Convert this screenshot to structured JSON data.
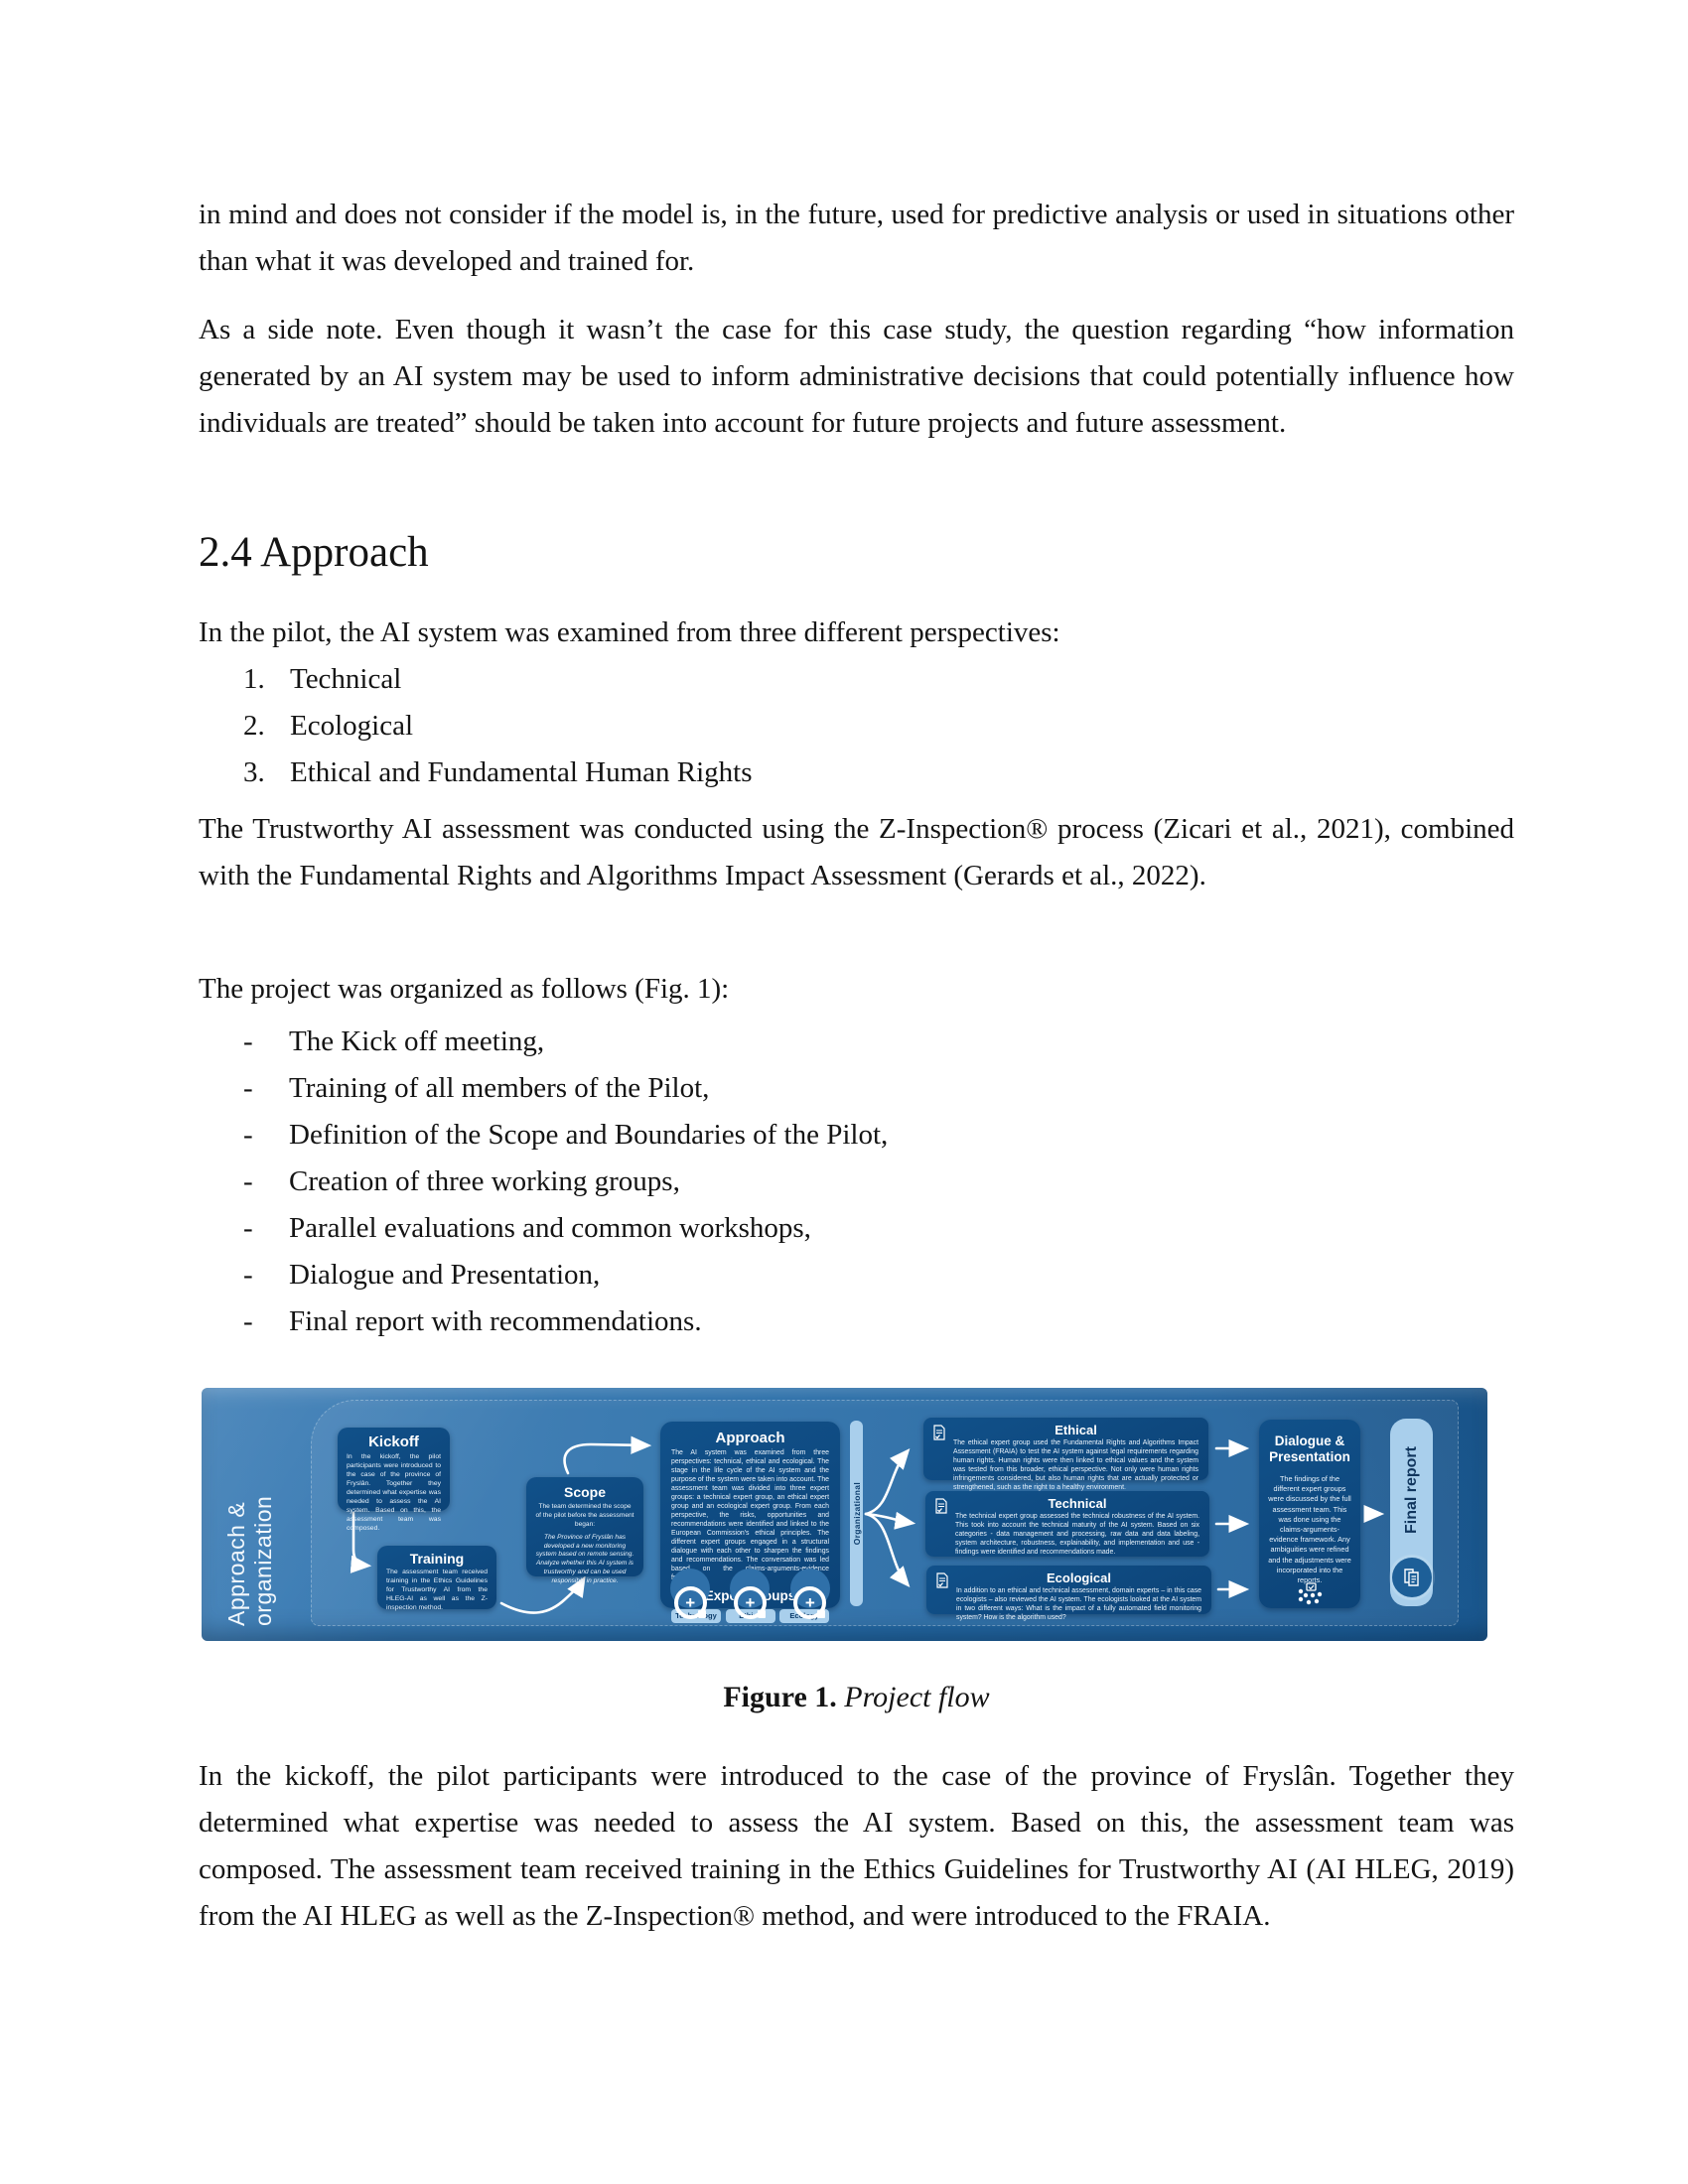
{
  "page": {
    "paragraph1": "in mind and does not consider if the model is, in the future, used for predictive analysis or used in situations other than what it was developed and trained for.",
    "paragraph2": "As a side note. Even though it wasn’t the case for this case study, the question regarding “how information generated by an AI system may be used to inform administrative decisions that could potentially influence how individuals are treated” should be taken into account for future projects and future assessment.",
    "heading": "2.4 Approach",
    "perspectives_intro": "In the pilot, the AI system was examined from three different perspectives:",
    "perspective_numbers": [
      "1.",
      "2.",
      "3."
    ],
    "perspectives": [
      "Technical",
      "Ecological",
      "Ethical and Fundamental Human Rights"
    ],
    "assessment_paragraph": "The Trustworthy AI assessment was conducted using the Z-Inspection® process (Zicari et al., 2021), combined with the Fundamental Rights and Algorithms Impact Assessment (Gerards et al., 2022).",
    "project_intro": "The project was organized as follows (Fig. 1):",
    "bullet_char": "-",
    "project_steps": [
      "The Kick off meeting,",
      "Training of all members of the Pilot,",
      "Definition of the Scope and Boundaries of the Pilot,",
      "Creation of three working groups,",
      "Parallel evaluations and common workshops,",
      "Dialogue and Presentation,",
      "Final report with recommendations."
    ],
    "caption_label": "Figure 1.",
    "caption_text": "Project flow",
    "closing_paragraph": "In the kickoff, the pilot participants were introduced to the case of the province of Fryslân. Together they determined what expertise was needed to assess the AI system. Based on this, the assessment team was composed. The assessment team received training in the Ethics Guidelines for Trustworthy AI (AI HLEG, 2019) from the AI HLEG as well as the Z-Inspection® method, and were introduced to the FRAIA."
  },
  "figure": {
    "side_label": "Approach & organization",
    "kickoff": {
      "title": "Kickoff",
      "body": "In the kickoff, the pilot participants were introduced to the case of the province of Fryslân. Together they determined what expertise was needed to assess the AI system. Based on this, the assessment team was composed."
    },
    "training": {
      "title": "Training",
      "body": "The assessment team received training in the Ethics Guidelines for Trustworthy AI from the HLEG-AI as well as the Z-inspection method."
    },
    "scope": {
      "title": "Scope",
      "body_intro": "The team determined the scope of the pilot before the assessment began:",
      "body_case": "The Province of Fryslân has developed a new monitoring system based on remote sensing. Analyze whether this AI system is trustworthy and can be used responsibly in practice."
    },
    "approach": {
      "title": "Approach",
      "body": "The AI system was examined from three perspectives: technical, ethical and ecological. The stage in the life cycle of the AI system and the purpose of the system were taken into account. The assessment team was divided into three expert groups: a technical expert group, an ethical expert group and an ecological expert group. From each perspective, the risks, opportunities and recommendations were identified and linked to the European Commission's ethical principles. The different expert groups engaged in a structural dialogue with each other to sharpen the findings and recommendations. The conversation was led based on the claims-arguments-evidence framework.",
      "expert_groups_title": "Expert groups",
      "groups": [
        "Technology",
        "Ethics",
        "Ecology"
      ]
    },
    "organizational_label": "Organizational",
    "ethical": {
      "title": "Ethical",
      "body": "The ethical expert group used the Fundamental Rights and Algorithms Impact Assessment (FRAIA) to test the AI system against legal requirements regarding human rights. Human rights were then linked to ethical values and the system was tested from this broader, ethical perspective. Not only were human rights infringements considered, but also human rights that are actually protected or strengthened, such as the right to a healthy environment."
    },
    "technical": {
      "title": "Technical",
      "body": "The technical expert group assessed the technical robustness of the AI system. This took into account the technical maturity of the AI system. Based on six categories - data management and processing, raw data and data labeling, system architecture, robustness, explainability, and implementation and use - findings were identified and recommendations made."
    },
    "ecological": {
      "title": "Ecological",
      "body": "In addition to an ethical and technical assessment, domain experts – in this case ecologists – also reviewed the AI system. The ecologists looked at the AI system in two different ways: What is the impact of a fully automated field monitoring system? How is the algorithm used?"
    },
    "dialogue": {
      "title": "Dialogue & Presentation",
      "body": "The findings of the different expert groups were discussed by the full assessment team. This was done using the claims-arguments-evidence framework. Any ambiguities were refined and the adjustments were incorporated into the reports."
    },
    "final_report_label": "Final report",
    "icons": {
      "plus": "+",
      "assessment_note": "document-with-check",
      "team_network": "people-network",
      "report_document": "stacked-documents"
    },
    "colors": {
      "background_start": "#3e7eb6",
      "background_end": "#1b5b94",
      "box": "#0e4a7e",
      "accent_light": "#a9cfec"
    }
  }
}
